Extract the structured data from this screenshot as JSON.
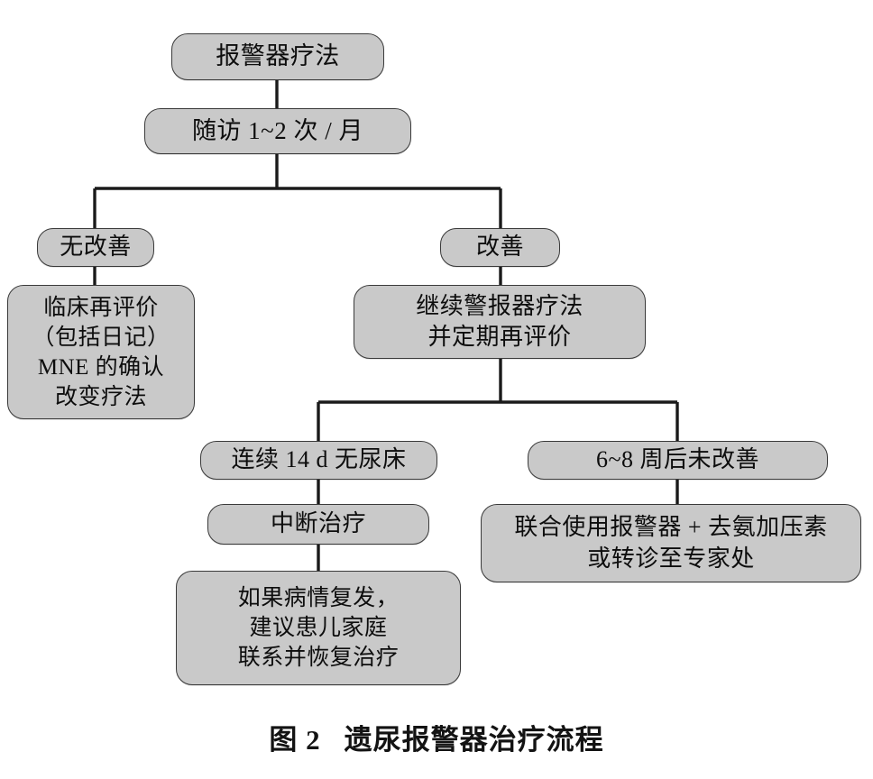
{
  "figure": {
    "caption_number": "图 2",
    "caption_title": "遗尿报警器治疗流程",
    "colors": {
      "node_fill": "#c9c9c9",
      "node_stroke": "#3a3a3a",
      "connector": "#1a1a1a",
      "background": "#ffffff",
      "text": "#0d0d0d"
    }
  },
  "nodes": {
    "alarm_therapy": {
      "lines": [
        "报警器疗法"
      ]
    },
    "followup": {
      "lines": [
        "随访 1~2 次 / 月"
      ]
    },
    "no_improvement": {
      "lines": [
        "无改善"
      ]
    },
    "improvement": {
      "lines": [
        "改善"
      ]
    },
    "reassess": {
      "lines": [
        "临床再评价",
        "（包括日记）",
        "MNE 的确认",
        "改变疗法"
      ]
    },
    "continue_alarm": {
      "lines": [
        "继续警报器疗法",
        "并定期再评价"
      ]
    },
    "dry_14_days": {
      "lines": [
        "连续 14 d 无尿床"
      ]
    },
    "stop_treatment": {
      "lines": [
        "中断治疗"
      ]
    },
    "relapse_advice": {
      "lines": [
        "如果病情复发，",
        "建议患儿家庭",
        "联系并恢复治疗"
      ]
    },
    "no_improve_6_8_weeks": {
      "lines": [
        "6~8 周后未改善"
      ]
    },
    "combo_therapy": {
      "lines": [
        "联合使用报警器 + 去氨加压素",
        "或转诊至专家处"
      ]
    }
  }
}
